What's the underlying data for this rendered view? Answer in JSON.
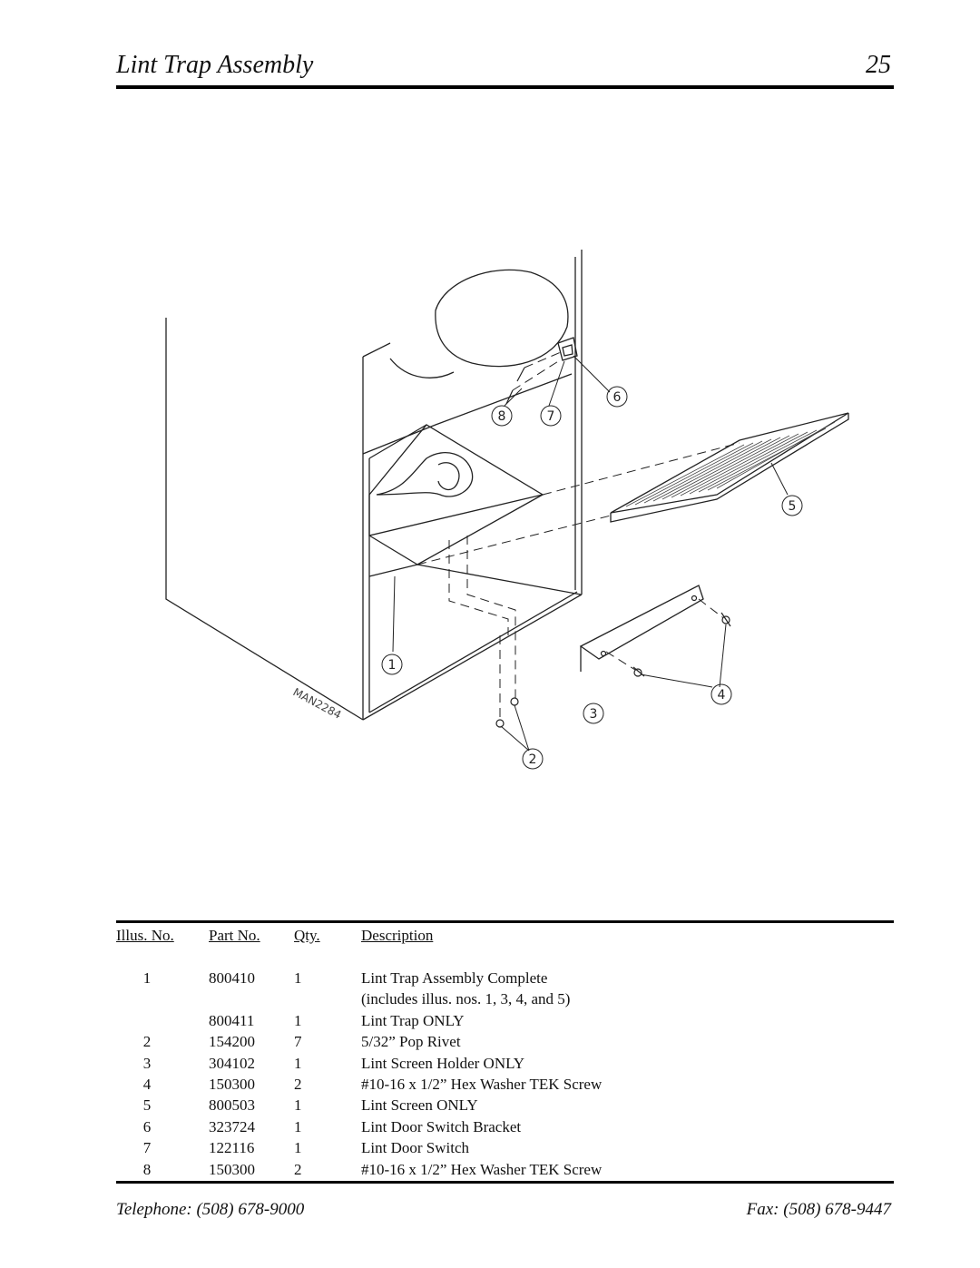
{
  "header": {
    "title": "Lint Trap Assembly",
    "page_number": "25"
  },
  "diagram": {
    "drawing_code": "MAN2284",
    "callouts": [
      "1",
      "2",
      "3",
      "4",
      "5",
      "6",
      "7",
      "8"
    ]
  },
  "table": {
    "headers": {
      "illus_no": "Illus. No.",
      "part_no": "Part No.",
      "qty": "Qty.",
      "description": "Description"
    },
    "rows": [
      {
        "illus": "1",
        "part": "800410",
        "qty": "1",
        "desc": "Lint Trap Assembly Complete"
      },
      {
        "illus": "",
        "part": "",
        "qty": "",
        "desc": "(includes illus. nos. 1, 3, 4, and 5)"
      },
      {
        "illus": "",
        "part": "800411",
        "qty": "1",
        "desc": "Lint Trap ONLY"
      },
      {
        "illus": "2",
        "part": "154200",
        "qty": "7",
        "desc": "5/32” Pop Rivet"
      },
      {
        "illus": "3",
        "part": "304102",
        "qty": "1",
        "desc": "Lint Screen Holder ONLY"
      },
      {
        "illus": "4",
        "part": "150300",
        "qty": "2",
        "desc": "#10-16 x 1/2” Hex Washer TEK Screw"
      },
      {
        "illus": "5",
        "part": "800503",
        "qty": "1",
        "desc": "Lint Screen ONLY"
      },
      {
        "illus": "6",
        "part": "323724",
        "qty": "1",
        "desc": "Lint Door Switch Bracket"
      },
      {
        "illus": "7",
        "part": "122116",
        "qty": "1",
        "desc": "Lint Door Switch"
      },
      {
        "illus": "8",
        "part": "150300",
        "qty": "2",
        "desc": "#10-16 x 1/2” Hex Washer TEK Screw"
      }
    ]
  },
  "footer": {
    "telephone": "Telephone: (508) 678-9000",
    "fax": "Fax: (508) 678-9447"
  }
}
